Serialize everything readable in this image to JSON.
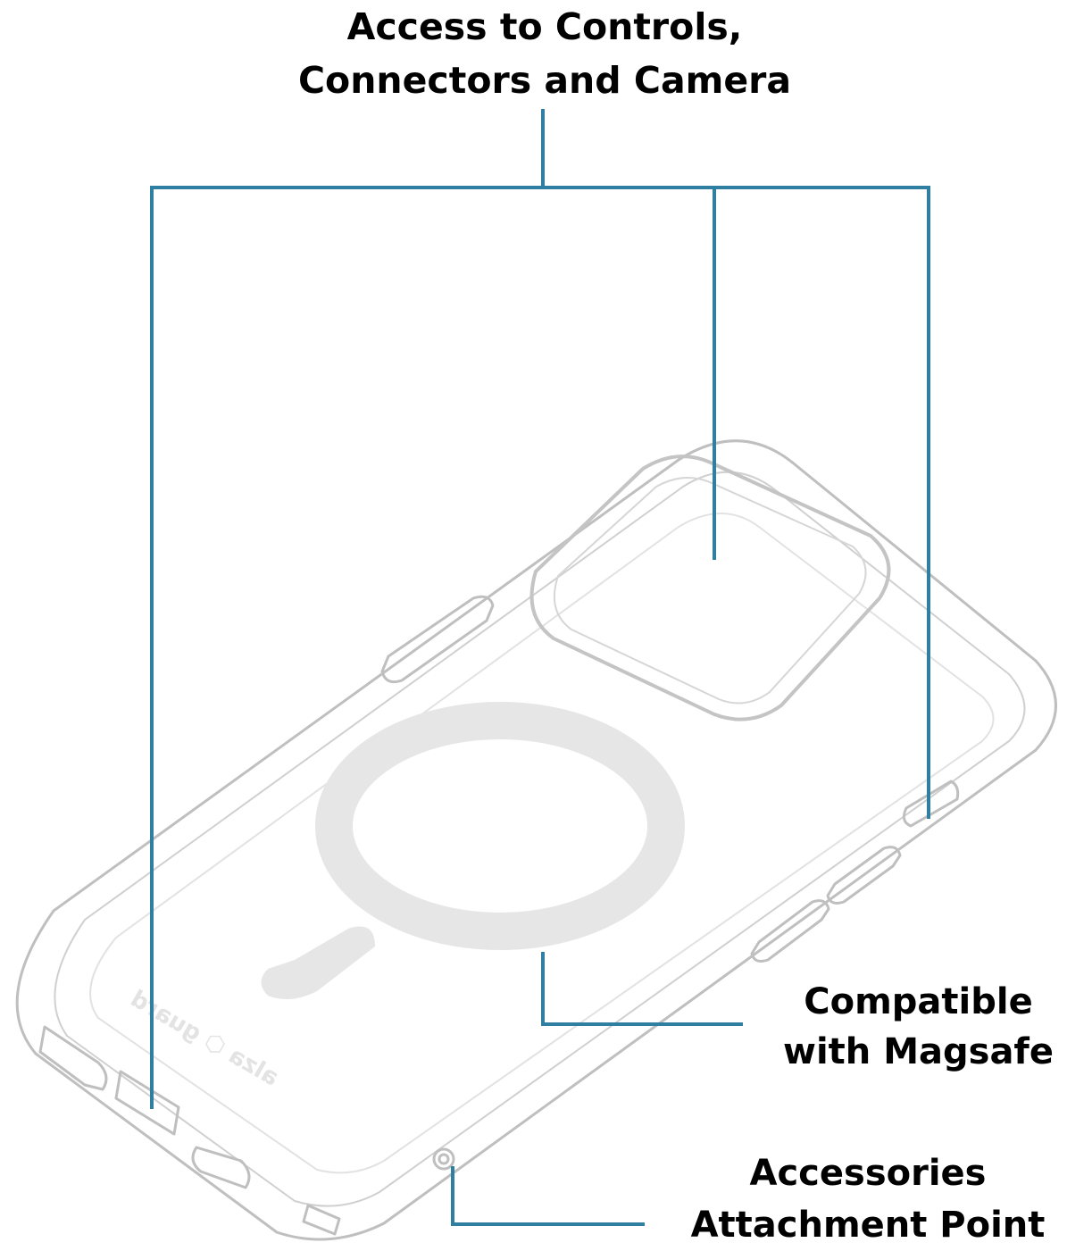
{
  "callouts": {
    "top_line1": "Access to Controls,",
    "top_line2": "Connectors and Camera",
    "magsafe_line1": "Compatible",
    "magsafe_line2": "with Magsafe",
    "accessories_line1": "Accessories",
    "accessories_line2": "Attachment Point"
  },
  "case_branding": "alza guard",
  "colors": {
    "leader_line": "#2f7fa3",
    "case_outline": "#bfbfbf",
    "magsafe_ring": "#e6e6e6",
    "text": "#000000"
  }
}
